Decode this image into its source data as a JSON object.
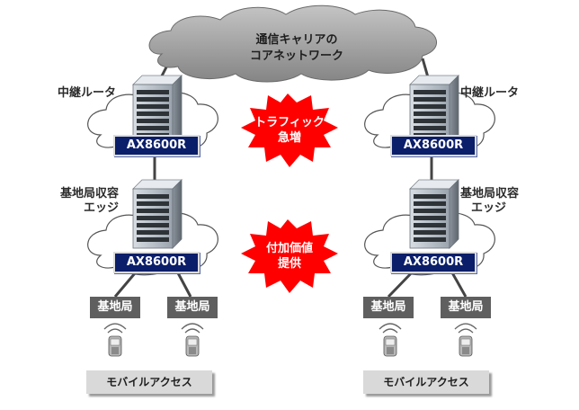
{
  "core_network": {
    "line1": "通信キャリアの",
    "line2": "コアネットワーク"
  },
  "left_relay": {
    "label": "中継ルータ",
    "device": "AX8600R"
  },
  "right_relay": {
    "label": "中継ルータ",
    "device": "AX8600R"
  },
  "left_edge": {
    "label_line1": "基地局収容",
    "label_line2": "エッジ",
    "device": "AX8600R"
  },
  "right_edge": {
    "label_line1": "基地局収容",
    "label_line2": "エッジ",
    "device": "AX8600R"
  },
  "traffic_burst": {
    "line1": "トラフィック",
    "line2": "急増",
    "color": "#ff0000"
  },
  "value_burst": {
    "line1": "付加価値",
    "line2": "提供",
    "color": "#ff0000"
  },
  "base_stations": [
    "基地局",
    "基地局",
    "基地局",
    "基地局"
  ],
  "mobile_access": [
    "モバイルアクセス",
    "モバイルアクセス"
  ],
  "colors": {
    "device_box": "#0b1e6a",
    "cloud_fill": "#9a9a9a",
    "base_station": "#5f5f5f"
  }
}
